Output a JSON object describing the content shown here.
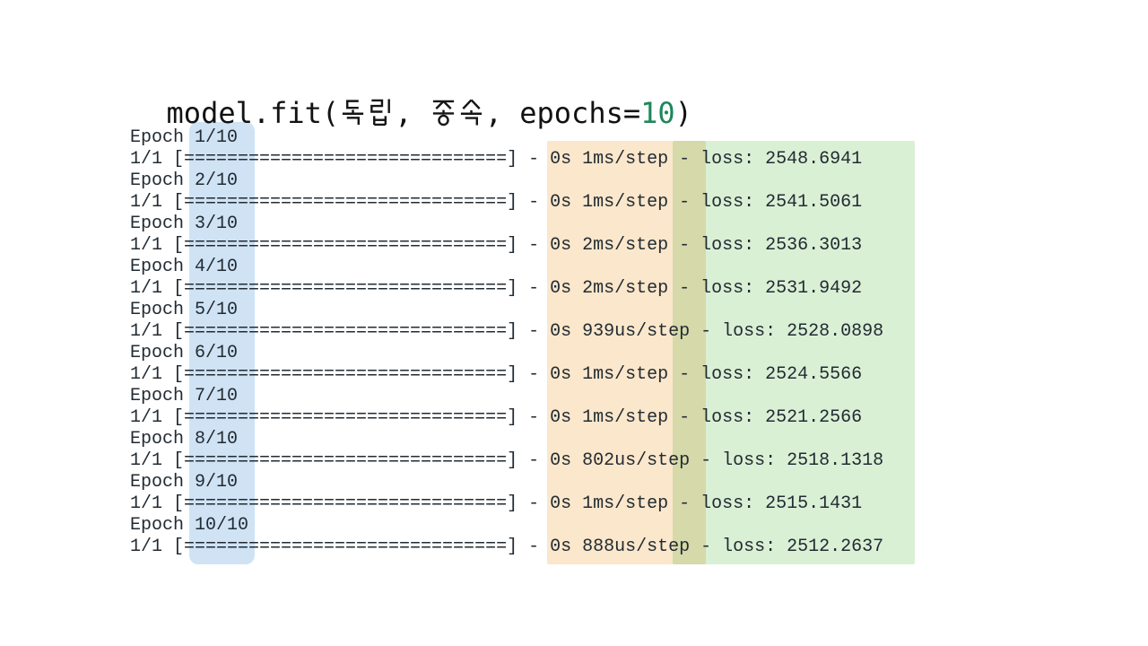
{
  "slide": {
    "background_color": "#ffffff",
    "title": {
      "full_text": "model.fit(독립, 종속, epochs=10)",
      "prefix": "model.fit(",
      "arg1": "독립",
      "comma1": ", ",
      "arg2": "종속",
      "comma2": ", ",
      "epochs_label": "epochs=",
      "epochs_value": "10",
      "suffix": ")",
      "text_color": "#121212",
      "epochs_value_color": "#1e875a"
    },
    "console": {
      "epoch_prefix": "Epoch ",
      "step_prefix": "1/1 [",
      "bar": "==============================",
      "bar_close": "] - ",
      "sep": " - ",
      "loss_label": "loss: ",
      "epochs": [
        {
          "num": "1/10",
          "time": "0s 1ms/step",
          "loss": "2548.6941"
        },
        {
          "num": "2/10",
          "time": "0s 1ms/step",
          "loss": "2541.5061"
        },
        {
          "num": "3/10",
          "time": "0s 2ms/step",
          "loss": "2536.3013"
        },
        {
          "num": "4/10",
          "time": "0s 2ms/step",
          "loss": "2531.9492"
        },
        {
          "num": "5/10",
          "time": "0s 939us/step",
          "loss": "2528.0898"
        },
        {
          "num": "6/10",
          "time": "0s 1ms/step",
          "loss": "2524.5566"
        },
        {
          "num": "7/10",
          "time": "0s 1ms/step",
          "loss": "2521.2566"
        },
        {
          "num": "8/10",
          "time": "0s 802us/step",
          "loss": "2518.1318"
        },
        {
          "num": "9/10",
          "time": "0s 1ms/step",
          "loss": "2515.1431"
        },
        {
          "num": "10/10",
          "time": "0s 888us/step",
          "loss": "2512.2637"
        }
      ]
    },
    "highlights": {
      "epoch_numbers": {
        "name": "epoch-number-column",
        "color": "#cfe3f5"
      },
      "time_per_step": {
        "name": "time-per-step-column",
        "color": "#fbe7cb"
      },
      "loss_values": {
        "name": "loss-value-column",
        "color": "#daf0d5"
      }
    }
  }
}
